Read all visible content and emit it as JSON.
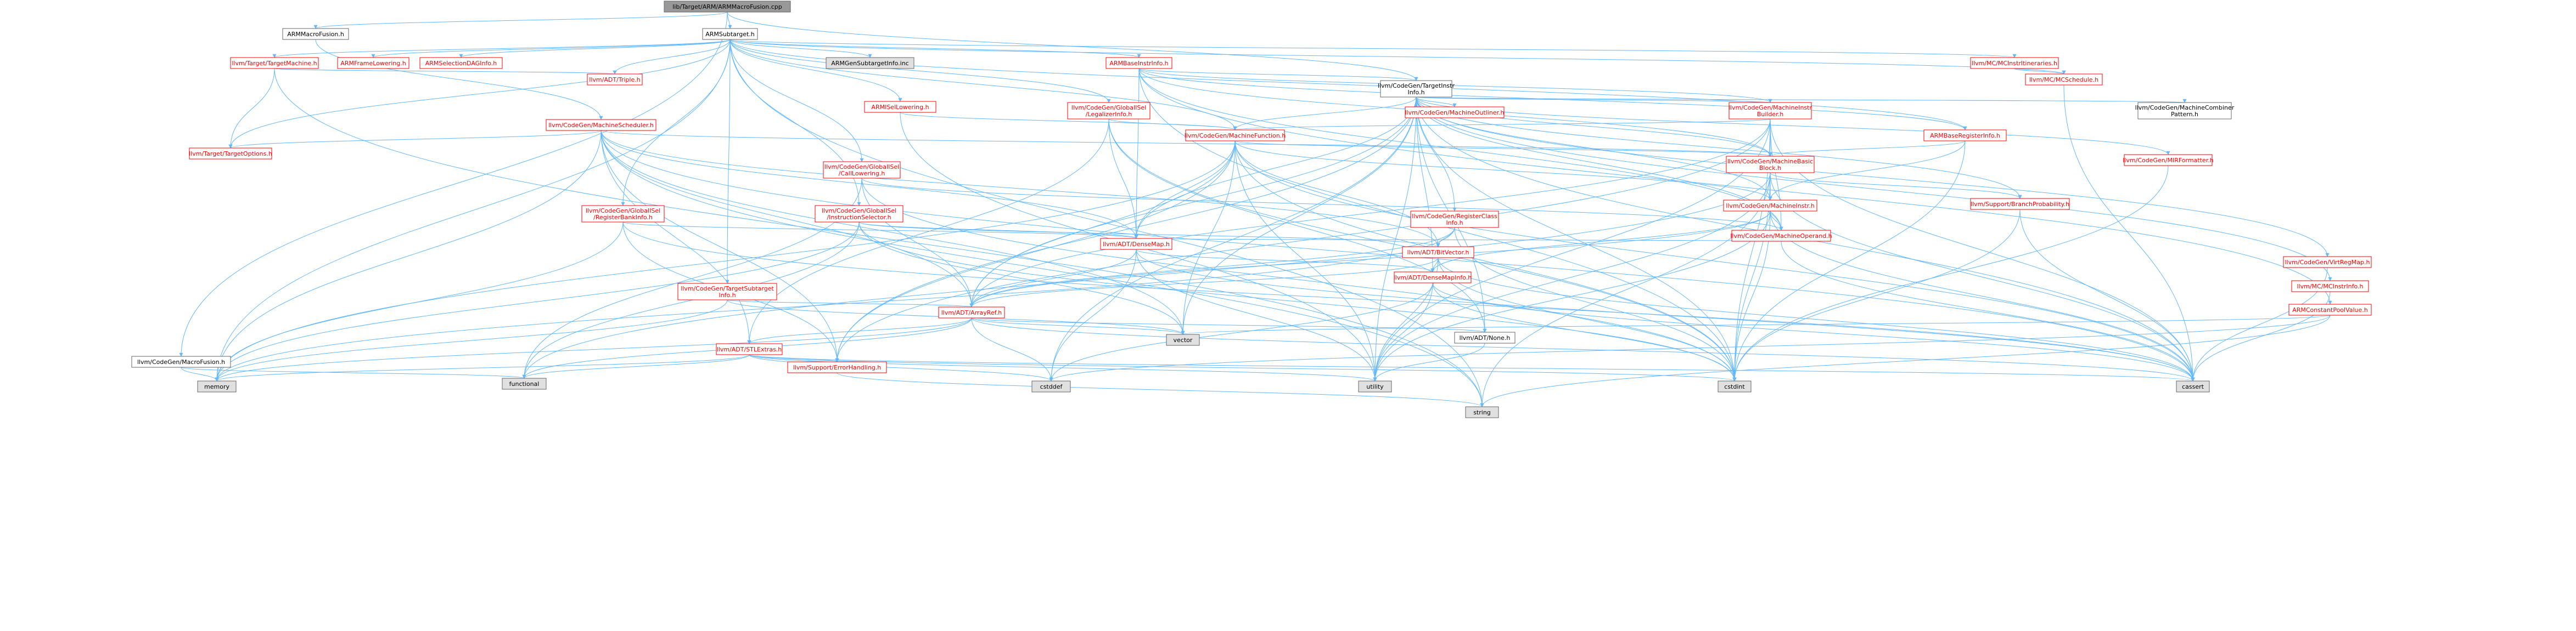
{
  "diagram": {
    "colors": {
      "root_fill": "#999999",
      "root_text": "#000000",
      "node_fill": "#ffffff",
      "node_border_red": "#ff0000",
      "node_border_gray": "#666666",
      "node_fill_gray": "#e0e0e0",
      "edge_blue": "#63b8ff",
      "edge_dark": "#404040",
      "text_red": "#ff0000",
      "text_black": "#000000"
    },
    "nodes": [
      {
        "id": "root",
        "label": "lib/Target/ARM/ARMMacroFusion.cpp",
        "style": "root"
      },
      {
        "id": "armmacrofusionh",
        "label": "ARMMacroFusion.h",
        "style": "black"
      },
      {
        "id": "armsubtarget",
        "label": "ARMSubtarget.h",
        "style": "black"
      },
      {
        "id": "targetmachine",
        "label": "llvm/Target/TargetMachine.h",
        "style": "red"
      },
      {
        "id": "armframelowering",
        "label": "ARMFrameLowering.h",
        "style": "red"
      },
      {
        "id": "armselectiondag",
        "label": "ARMSelectionDAGInfo.h",
        "style": "red"
      },
      {
        "id": "armgensubtarget",
        "label": "ARMGenSubtargetInfo.inc",
        "style": "gray"
      },
      {
        "id": "armbaseinstrinfo",
        "label": "ARMBaseInstrInfo.h",
        "style": "red"
      },
      {
        "id": "mcinstritineraries",
        "label": "llvm/MC/MCInstrItineraries.h",
        "style": "red"
      },
      {
        "id": "mcschedule",
        "label": "llvm/MC/MCSchedule.h",
        "style": "red"
      },
      {
        "id": "triple",
        "label": "llvm/ADT/Triple.h",
        "style": "red"
      },
      {
        "id": "armtelowering",
        "label": "ARMISelLowering.h",
        "style": "red"
      },
      {
        "id": "legalizerinfo",
        "label": "llvm/CodeGen/GlobalISel\n/LegalizerInfo.h",
        "style": "red"
      },
      {
        "id": "targetinstrinfo",
        "label": "llvm/CodeGen/TargetInstr\nInfo.h",
        "style": "black"
      },
      {
        "id": "machinescheduler",
        "label": "llvm/CodeGen/MachineScheduler.h",
        "style": "red"
      },
      {
        "id": "machineoutliner",
        "label": "llvm/CodeGen/MachineOutliner.h",
        "style": "red"
      },
      {
        "id": "machineinstrbuilder",
        "label": "llvm/CodeGen/MachineInstr\nBuilder.h",
        "style": "red"
      },
      {
        "id": "machinecombiner",
        "label": "llvm/CodeGen/MachineCombiner\nPattern.h",
        "style": "black"
      },
      {
        "id": "machinefunction",
        "label": "llvm/CodeGen/MachineFunction.h",
        "style": "red"
      },
      {
        "id": "armbaseregisterinfo",
        "label": "ARMBaseRegisterInfo.h",
        "style": "red"
      },
      {
        "id": "targetoptions",
        "label": "llvm/Target/TargetOptions.h",
        "style": "red"
      },
      {
        "id": "calllowering",
        "label": "llvm/CodeGen/GlobalISel\n/CallLowering.h",
        "style": "red"
      },
      {
        "id": "machinebasicblock",
        "label": "llvm/CodeGen/MachineBasic\nBlock.h",
        "style": "red"
      },
      {
        "id": "mirformatter",
        "label": "llvm/CodeGen/MIRFormatter.h",
        "style": "red"
      },
      {
        "id": "registerbankinfo",
        "label": "llvm/CodeGen/GlobalISel\n/RegisterBankInfo.h",
        "style": "red"
      },
      {
        "id": "instructionselector",
        "label": "llvm/CodeGen/GlobalISel\n/InstructionSelector.h",
        "style": "red"
      },
      {
        "id": "machineinstr",
        "label": "llvm/CodeGen/MachineInstr.h",
        "style": "red"
      },
      {
        "id": "branchprobability",
        "label": "llvm/Support/BranchProbability.h",
        "style": "red"
      },
      {
        "id": "registerclassinfo",
        "label": "llvm/CodeGen/RegisterClass\nInfo.h",
        "style": "red"
      },
      {
        "id": "machineoperand",
        "label": "llvm/CodeGen/MachineOperand.h",
        "style": "red"
      },
      {
        "id": "virtregmap",
        "label": "llvm/CodeGen/VirtRegMap.h",
        "style": "red"
      },
      {
        "id": "mcinstrinfo",
        "label": "llvm/MC/MCInstrInfo.h",
        "style": "red"
      },
      {
        "id": "armconstantpool",
        "label": "ARMConstantPoolValue.h",
        "style": "red"
      },
      {
        "id": "densemap",
        "label": "llvm/ADT/DenseMap.h",
        "style": "red"
      },
      {
        "id": "bitvector",
        "label": "llvm/ADT/BitVector.h",
        "style": "red"
      },
      {
        "id": "targetsubtargetinfo",
        "label": "llvm/CodeGen/TargetSubtarget\nInfo.h",
        "style": "red"
      },
      {
        "id": "densemapinfo",
        "label": "llvm/ADT/DenseMapInfo.h",
        "style": "red"
      },
      {
        "id": "arrayref",
        "label": "llvm/ADT/ArrayRef.h",
        "style": "red"
      },
      {
        "id": "codegenmacrofusion",
        "label": "llvm/CodeGen/MacroFusion.h",
        "style": "black"
      },
      {
        "id": "stlextras",
        "label": "llvm/ADT/STLExtras.h",
        "style": "red"
      },
      {
        "id": "none",
        "label": "llvm/ADT/None.h",
        "style": "black"
      },
      {
        "id": "vector",
        "label": "vector",
        "style": "gray"
      },
      {
        "id": "errorhandling",
        "label": "llvm/Support/ErrorHandling.h",
        "style": "red"
      },
      {
        "id": "memory",
        "label": "memory",
        "style": "gray"
      },
      {
        "id": "functional",
        "label": "functional",
        "style": "gray"
      },
      {
        "id": "cstddef",
        "label": "cstddef",
        "style": "gray"
      },
      {
        "id": "utility",
        "label": "utility",
        "style": "gray"
      },
      {
        "id": "cstdint",
        "label": "cstdint",
        "style": "gray"
      },
      {
        "id": "cassert",
        "label": "cassert",
        "style": "gray"
      },
      {
        "id": "string",
        "label": "string",
        "style": "gray"
      }
    ],
    "edges": [
      [
        "root",
        "armmacrofusionh"
      ],
      [
        "root",
        "armsubtarget"
      ],
      [
        "root",
        "codegenmacrofusion"
      ],
      [
        "root",
        "targetinstrinfo"
      ],
      [
        "armmacrofusionh",
        "machinescheduler"
      ],
      [
        "armsubtarget",
        "targetmachine"
      ],
      [
        "armsubtarget",
        "armframelowering"
      ],
      [
        "armsubtarget",
        "armselectiondag"
      ],
      [
        "armsubtarget",
        "armgensubtarget"
      ],
      [
        "armsubtarget",
        "armbaseinstrinfo"
      ],
      [
        "armsubtarget",
        "mcinstritineraries"
      ],
      [
        "armsubtarget",
        "mcschedule"
      ],
      [
        "armsubtarget",
        "triple"
      ],
      [
        "armsubtarget",
        "armtelowering"
      ],
      [
        "armsubtarget",
        "legalizerinfo"
      ],
      [
        "armsubtarget",
        "calllowering"
      ],
      [
        "armsubtarget",
        "registerbankinfo"
      ],
      [
        "armsubtarget",
        "instructionselector"
      ],
      [
        "armsubtarget",
        "machinefunction"
      ],
      [
        "armsubtarget",
        "targetoptions"
      ],
      [
        "armsubtarget",
        "armbaseregisterinfo"
      ],
      [
        "armsubtarget",
        "memory"
      ],
      [
        "armsubtarget",
        "string"
      ],
      [
        "armsubtarget",
        "targetsubtargetinfo"
      ],
      [
        "armbaseinstrinfo",
        "targetinstrinfo"
      ],
      [
        "armbaseinstrinfo",
        "machineinstrbuilder"
      ],
      [
        "armbaseinstrinfo",
        "armbaseregisterinfo"
      ],
      [
        "armbaseinstrinfo",
        "densemap"
      ],
      [
        "armbaseinstrinfo",
        "machineoperand"
      ],
      [
        "armbaseinstrinfo",
        "cstdint"
      ],
      [
        "armbaseinstrinfo",
        "machinebasicblock"
      ],
      [
        "mcinstritineraries",
        "mcschedule"
      ],
      [
        "mcschedule",
        "cassert"
      ],
      [
        "targetmachine",
        "targetoptions"
      ],
      [
        "targetmachine",
        "string"
      ],
      [
        "targetmachine",
        "triple"
      ],
      [
        "armtelowering",
        "machinefunction"
      ],
      [
        "armtelowering",
        "utility"
      ],
      [
        "legalizerinfo",
        "machinefunction"
      ],
      [
        "legalizerinfo",
        "densemap"
      ],
      [
        "legalizerinfo",
        "none"
      ],
      [
        "legalizerinfo",
        "stlextras"
      ],
      [
        "legalizerinfo",
        "cstdint"
      ],
      [
        "targetinstrinfo",
        "machineoutliner"
      ],
      [
        "targetinstrinfo",
        "machineinstrbuilder"
      ],
      [
        "targetinstrinfo",
        "machinecombiner"
      ],
      [
        "targetinstrinfo",
        "machinefunction"
      ],
      [
        "targetinstrinfo",
        "machinebasicblock"
      ],
      [
        "targetinstrinfo",
        "machineinstr"
      ],
      [
        "targetinstrinfo",
        "machineoperand"
      ],
      [
        "targetinstrinfo",
        "registerclassinfo"
      ],
      [
        "targetinstrinfo",
        "virtregmap"
      ],
      [
        "targetinstrinfo",
        "mcinstrinfo"
      ],
      [
        "targetinstrinfo",
        "mirformatter"
      ],
      [
        "targetinstrinfo",
        "branchprobability"
      ],
      [
        "targetinstrinfo",
        "densemap"
      ],
      [
        "targetinstrinfo",
        "densemapinfo"
      ],
      [
        "targetinstrinfo",
        "arrayref"
      ],
      [
        "targetinstrinfo",
        "none"
      ],
      [
        "targetinstrinfo",
        "errorhandling"
      ],
      [
        "targetinstrinfo",
        "cassert"
      ],
      [
        "targetinstrinfo",
        "cstddef"
      ],
      [
        "targetinstrinfo",
        "cstdint"
      ],
      [
        "targetinstrinfo",
        "utility"
      ],
      [
        "targetinstrinfo",
        "vector"
      ],
      [
        "machinescheduler",
        "machinebasicblock"
      ],
      [
        "machinescheduler",
        "targetoptions"
      ],
      [
        "machinescheduler",
        "arrayref"
      ],
      [
        "machinescheduler",
        "bitvector"
      ],
      [
        "machinescheduler",
        "stlextras"
      ],
      [
        "machinescheduler",
        "errorhandling"
      ],
      [
        "machinescheduler",
        "cassert"
      ],
      [
        "machinescheduler",
        "memory"
      ],
      [
        "machinescheduler",
        "string"
      ],
      [
        "machinescheduler",
        "vector"
      ],
      [
        "machinescheduler",
        "densemap"
      ],
      [
        "machineinstrbuilder",
        "machinefunction"
      ],
      [
        "machineinstrbuilder",
        "machinebasicblock"
      ],
      [
        "machineinstrbuilder",
        "machineinstr"
      ],
      [
        "machineinstrbuilder",
        "machineoperand"
      ],
      [
        "machineinstrbuilder",
        "errorhandling"
      ],
      [
        "machineinstrbuilder",
        "cassert"
      ],
      [
        "machineinstrbuilder",
        "cstdint"
      ],
      [
        "machineinstrbuilder",
        "utility"
      ],
      [
        "machineinstrbuilder",
        "arrayref"
      ],
      [
        "machinefunction",
        "machinebasicblock"
      ],
      [
        "machinefunction",
        "machineinstr"
      ],
      [
        "machinefunction",
        "densemap"
      ],
      [
        "machinefunction",
        "bitvector"
      ],
      [
        "machinefunction",
        "arrayref"
      ],
      [
        "machinefunction",
        "errorhandling"
      ],
      [
        "machinefunction",
        "cassert"
      ],
      [
        "machinefunction",
        "cstdint"
      ],
      [
        "machinefunction",
        "memory"
      ],
      [
        "machinefunction",
        "utility"
      ],
      [
        "machinefunction",
        "vector"
      ],
      [
        "armbaseregisterinfo",
        "machinebasicblock"
      ],
      [
        "armbaseregisterinfo",
        "machineinstr"
      ],
      [
        "armbaseregisterinfo",
        "cstdint"
      ],
      [
        "calllowering",
        "arrayref"
      ],
      [
        "calllowering",
        "machineoperand"
      ],
      [
        "calllowering",
        "functional"
      ],
      [
        "calllowering",
        "cstdint"
      ],
      [
        "machinebasicblock",
        "machineinstr"
      ],
      [
        "machinebasicblock",
        "branchprobability"
      ],
      [
        "machinebasicblock",
        "cassert"
      ],
      [
        "machinebasicblock",
        "cstdint"
      ],
      [
        "machinebasicblock",
        "functional"
      ],
      [
        "machinebasicblock",
        "string"
      ],
      [
        "machinebasicblock",
        "utility"
      ],
      [
        "mirformatter",
        "cstdint"
      ],
      [
        "registerbankinfo",
        "densemap"
      ],
      [
        "registerbankinfo",
        "errorhandling"
      ],
      [
        "registerbankinfo",
        "cassert"
      ],
      [
        "registerbankinfo",
        "memory"
      ],
      [
        "instructionselector",
        "densemap"
      ],
      [
        "instructionselector",
        "cstdint"
      ],
      [
        "instructionselector",
        "functional"
      ],
      [
        "instructionselector",
        "vector"
      ],
      [
        "instructionselector",
        "memory"
      ],
      [
        "instructionselector",
        "bitvector"
      ],
      [
        "machineinstr",
        "densemapinfo"
      ],
      [
        "machineinstr",
        "machineoperand"
      ],
      [
        "machineinstr",
        "arrayref"
      ],
      [
        "machineinstr",
        "cassert"
      ],
      [
        "machineinstr",
        "cstdint"
      ],
      [
        "machineinstr",
        "utility"
      ],
      [
        "branchprobability",
        "cassert"
      ],
      [
        "branchprobability",
        "cstdint"
      ],
      [
        "registerclassinfo",
        "bitvector"
      ],
      [
        "registerclassinfo",
        "arrayref"
      ],
      [
        "registerclassinfo",
        "cstdint"
      ],
      [
        "registerclassinfo",
        "memory"
      ],
      [
        "machineoperand",
        "densemap"
      ],
      [
        "machineoperand",
        "cassert"
      ],
      [
        "virtregmap",
        "cassert"
      ],
      [
        "mcinstrinfo",
        "cassert"
      ],
      [
        "armconstantpool",
        "cstddef"
      ],
      [
        "armconstantpool",
        "string"
      ],
      [
        "armconstantpool",
        "vector"
      ],
      [
        "densemap",
        "densemapinfo"
      ],
      [
        "densemap",
        "cassert"
      ],
      [
        "densemap",
        "cstddef"
      ],
      [
        "densemap",
        "utility"
      ],
      [
        "densemap",
        "arrayref"
      ],
      [
        "bitvector",
        "densemapinfo"
      ],
      [
        "bitvector",
        "cassert"
      ],
      [
        "bitvector",
        "cstdint"
      ],
      [
        "bitvector",
        "utility"
      ],
      [
        "bitvector",
        "arrayref"
      ],
      [
        "targetsubtargetinfo",
        "arrayref"
      ],
      [
        "targetsubtargetinfo",
        "memory"
      ],
      [
        "targetsubtargetinfo",
        "vector"
      ],
      [
        "densemapinfo",
        "cassert"
      ],
      [
        "densemapinfo",
        "cstddef"
      ],
      [
        "densemapinfo",
        "cstdint"
      ],
      [
        "densemapinfo",
        "utility"
      ],
      [
        "arrayref",
        "none"
      ],
      [
        "arrayref",
        "stlextras"
      ],
      [
        "arrayref",
        "cassert"
      ],
      [
        "arrayref",
        "cstddef"
      ],
      [
        "arrayref",
        "memory"
      ],
      [
        "arrayref",
        "vector"
      ],
      [
        "arrayref",
        "functional"
      ],
      [
        "codegenmacrofusion",
        "functional"
      ],
      [
        "codegenmacrofusion",
        "memory"
      ],
      [
        "stlextras",
        "errorhandling"
      ],
      [
        "stlextras",
        "cassert"
      ],
      [
        "stlextras",
        "cstddef"
      ],
      [
        "stlextras",
        "cstdint"
      ],
      [
        "stlextras",
        "functional"
      ],
      [
        "stlextras",
        "memory"
      ],
      [
        "stlextras",
        "utility"
      ],
      [
        "none",
        "utility"
      ],
      [
        "errorhandling",
        "string"
      ],
      [
        "armbaseinstrinfo",
        "armconstantpool"
      ]
    ]
  }
}
